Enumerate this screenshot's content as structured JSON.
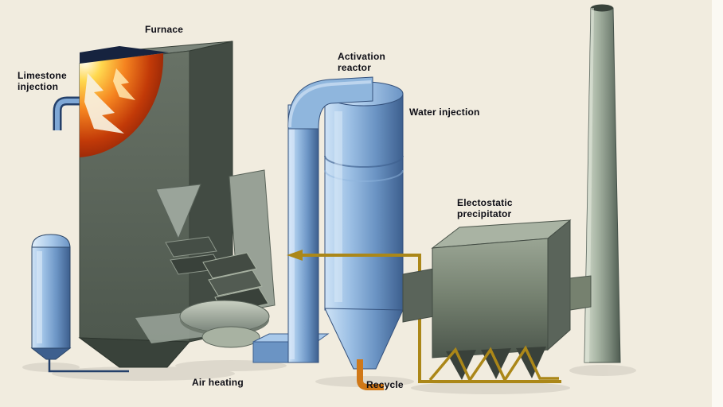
{
  "diagram": {
    "labels": {
      "furnace": "Furnace",
      "limestone_injection": [
        "Limestone",
        "injection"
      ],
      "activation_reactor": [
        "Activation",
        "reactor"
      ],
      "water_injection": "Water injection",
      "electrostatic_precipitator": [
        "Electostatic",
        "precipitator"
      ],
      "air_heating": "Air heating",
      "recycle": "Recycle"
    },
    "colors": {
      "background": "#f1ecdf",
      "furnace_body": "#5c665c",
      "furnace_side": "#424b43",
      "reactor_blue": "#7fa8d6",
      "duct_blue_light": "#b9d4ee",
      "pipe_gold": "#ab8718",
      "pipe_orange": "#d07818",
      "stack_gray": "#9fac9c",
      "precipitator_gray": "#74806f",
      "fire_orange": "#f58420",
      "fire_core": "#ffffff",
      "label_text": "#0e0e16"
    }
  }
}
